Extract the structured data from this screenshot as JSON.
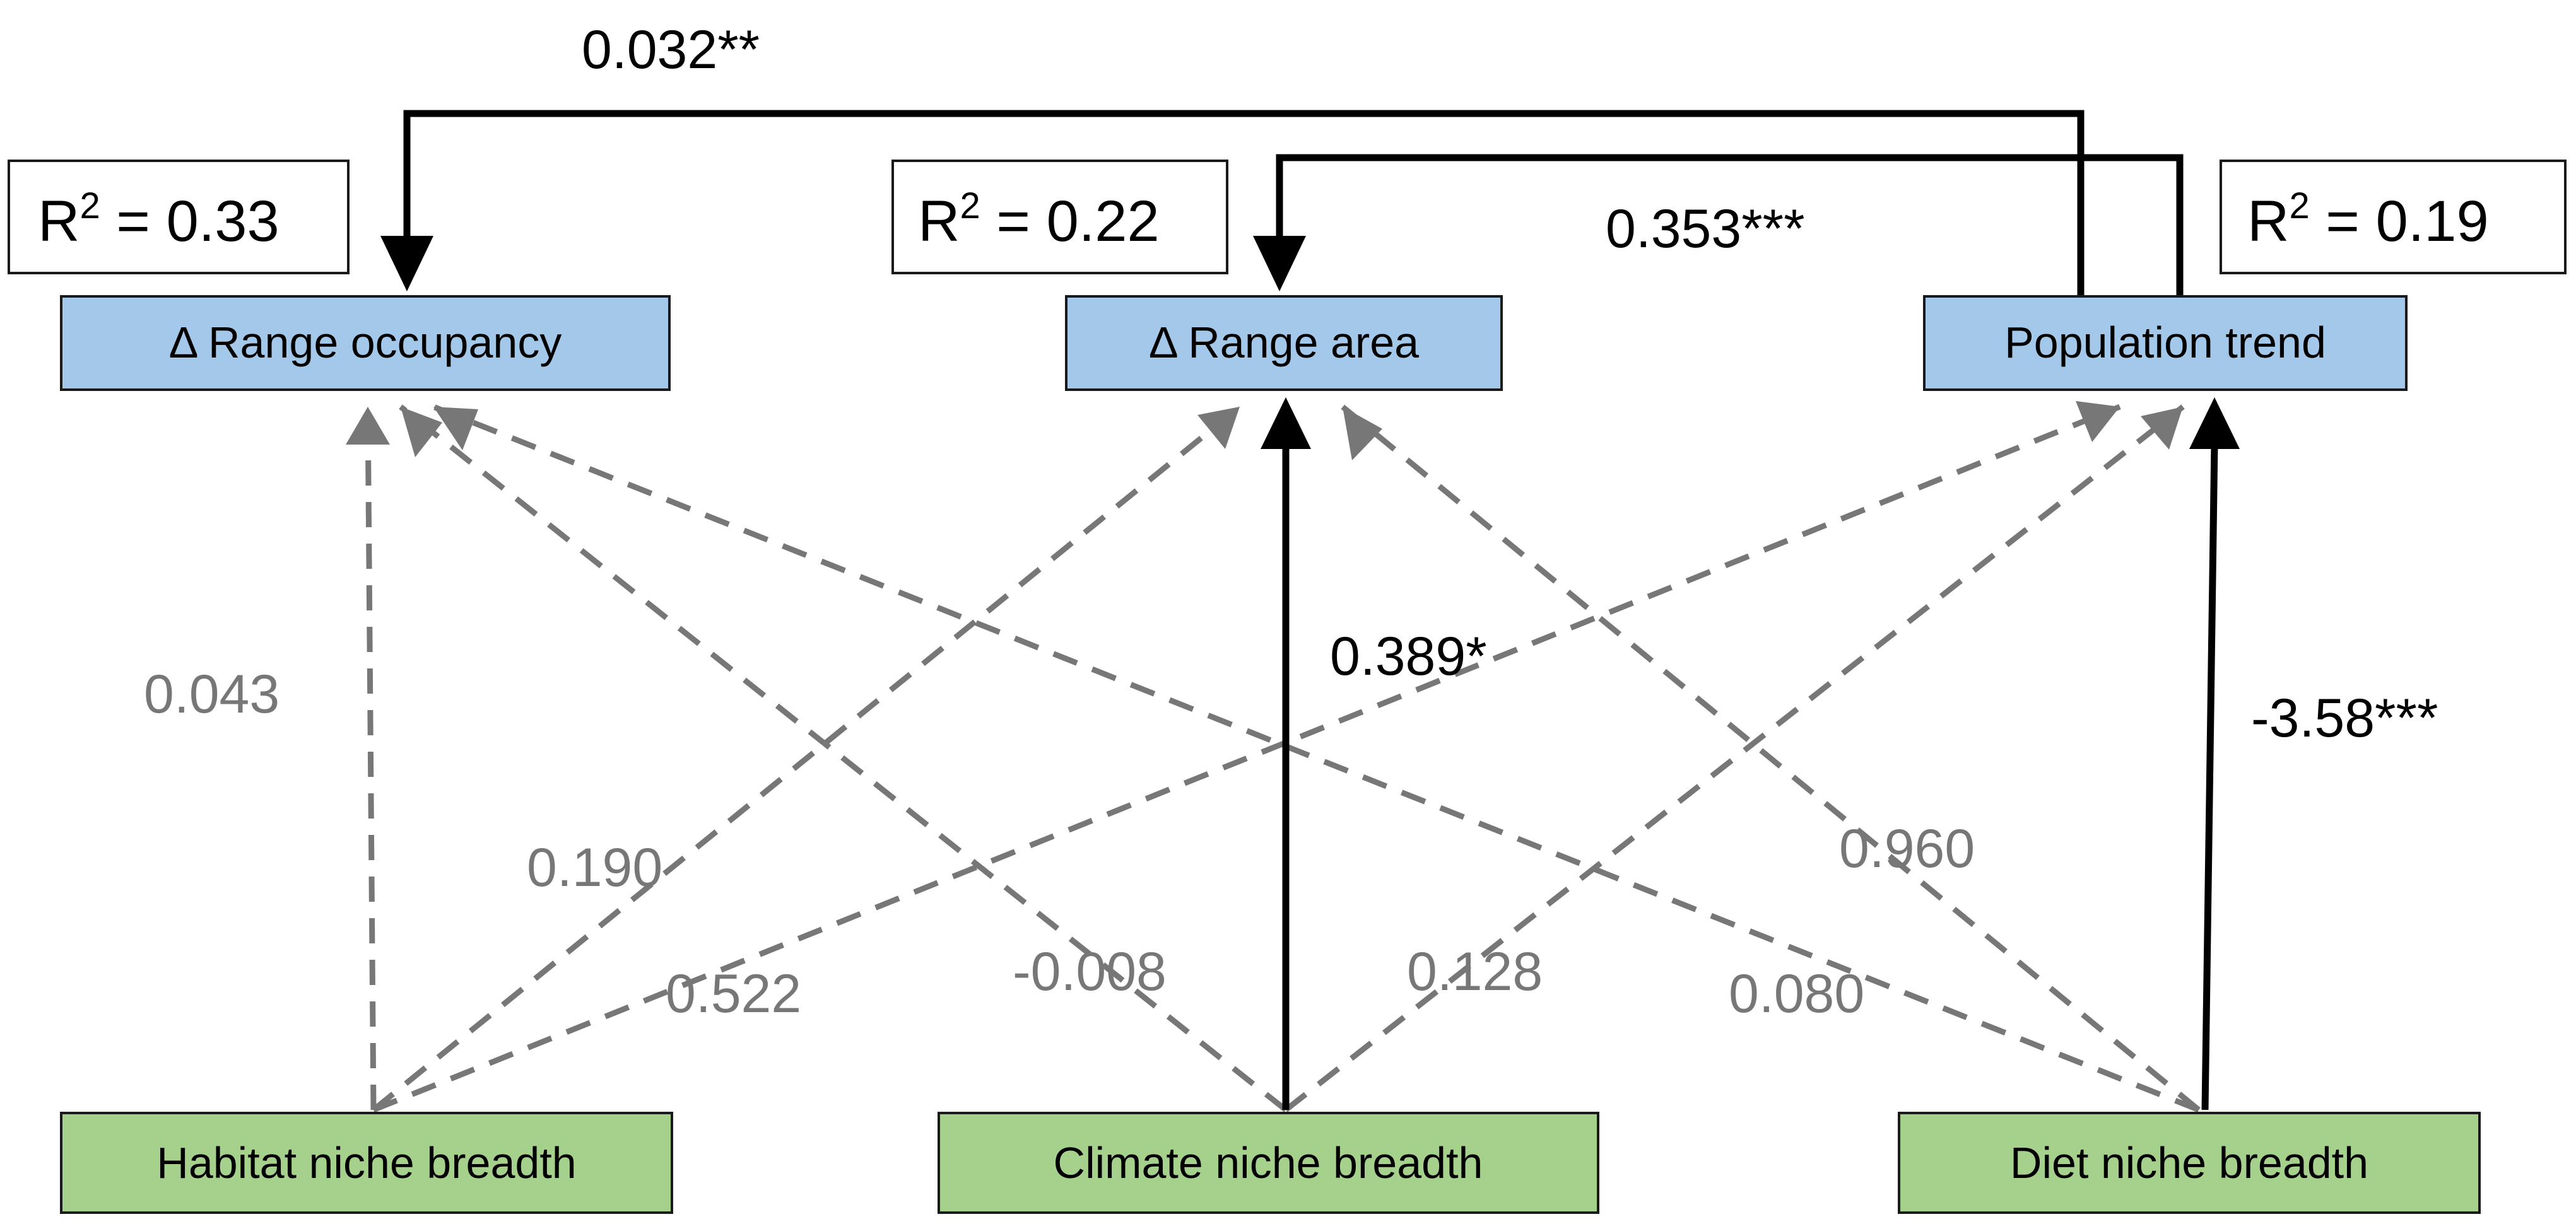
{
  "nodes": {
    "range_occupancy": {
      "label": "Δ Range occupancy"
    },
    "range_area": {
      "label": "Δ Range area"
    },
    "population_trend": {
      "label": "Population trend"
    },
    "habitat_niche": {
      "label": "Habitat niche breadth"
    },
    "climate_niche": {
      "label": "Climate niche breadth"
    },
    "diet_niche": {
      "label": "Diet niche breadth"
    }
  },
  "r_squared": {
    "range_occupancy": {
      "prefix": "R",
      "superscript": "2",
      "value": " = 0.33"
    },
    "range_area": {
      "prefix": "R",
      "superscript": "2",
      "value": " = 0.22"
    },
    "population_trend": {
      "prefix": "R",
      "superscript": "2",
      "value": " = 0.19"
    }
  },
  "paths": {
    "pop_to_occupancy": {
      "from": "Population trend",
      "to": "Δ Range occupancy",
      "coefficient": "0.032**",
      "significant": true
    },
    "pop_to_area": {
      "from": "Population trend",
      "to": "Δ Range area",
      "coefficient": "0.353***",
      "significant": true
    },
    "habitat_to_occupancy": {
      "from": "Habitat niche breadth",
      "to": "Δ Range occupancy",
      "coefficient": "0.043",
      "significant": false
    },
    "habitat_to_area": {
      "from": "Habitat niche breadth",
      "to": "Δ Range area",
      "coefficient": "0.190",
      "significant": false
    },
    "habitat_to_pop": {
      "from": "Habitat niche breadth",
      "to": "Population trend",
      "coefficient": "0.522",
      "significant": false
    },
    "climate_to_occupancy": {
      "from": "Climate niche breadth",
      "to": "Δ Range occupancy",
      "coefficient": "-0.008",
      "significant": false
    },
    "climate_to_area": {
      "from": "Climate niche breadth",
      "to": "Δ Range area",
      "coefficient": "0.389*",
      "significant": true
    },
    "climate_to_pop": {
      "from": "Climate niche breadth",
      "to": "Population trend",
      "coefficient": "0.128",
      "significant": false
    },
    "diet_to_occupancy": {
      "from": "Diet niche breadth",
      "to": "Δ Range occupancy",
      "coefficient": "0.080",
      "significant": false
    },
    "diet_to_area": {
      "from": "Diet niche breadth",
      "to": "Δ Range area",
      "coefficient": "0.960",
      "significant": false
    },
    "diet_to_pop": {
      "from": "Diet niche breadth",
      "to": "Population trend",
      "coefficient": "-3.58***",
      "significant": true
    }
  },
  "colors": {
    "response_box": "#a4c8ea",
    "predictor_box": "#a5d18c",
    "significant_path": "#000000",
    "nonsignificant_path": "#777777"
  }
}
